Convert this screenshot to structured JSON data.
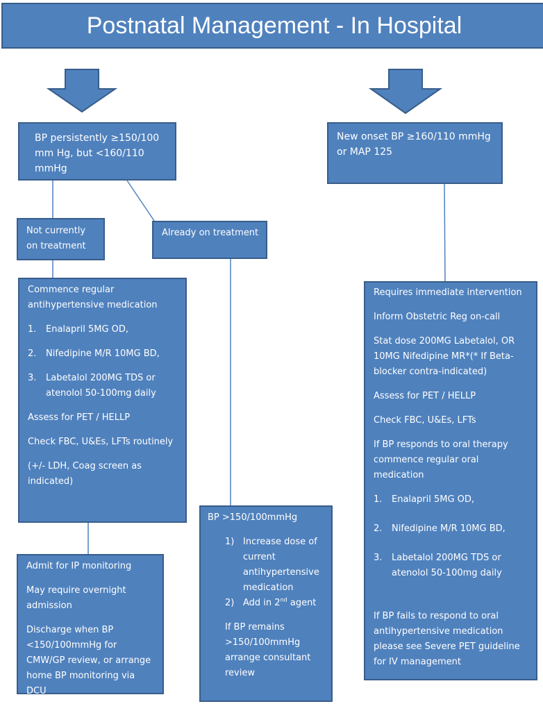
{
  "title": "Postnatal Management - In Hospital",
  "left_top": "BP persistently ≥150/100 mm Hg, but <160/110 mmHg",
  "right_top": "New onset BP ≥160/110 mmHg or MAP 125",
  "not_on_treatment": "Not currently on treatment",
  "already_on_treatment": "Already on treatment",
  "commence": {
    "heading": "Commence regular antihypertensive medication",
    "items": [
      {
        "num": "1.",
        "text": "Enalapril 5MG OD,"
      },
      {
        "num": "2.",
        "text": "Nifedipine M/R 10MG BD,"
      },
      {
        "num": "3.",
        "text": "Labetalol 200MG TDS or atenolol 50-100mg daily"
      }
    ],
    "assess": "Assess for PET / HELLP",
    "check": "Check FBC, U&Es, LFTs routinely",
    "ldh": "(+/- LDH, Coag screen as indicated)"
  },
  "admit": {
    "line1": "Admit for IP monitoring",
    "line2": "May require overnight admission",
    "line3": "Discharge when BP <150/100mmHg for CMW/GP review, or arrange home BP monitoring via DCU"
  },
  "bp150": {
    "heading": "BP >150/100mmHg",
    "item1_num": "1)",
    "item1": "Increase dose of current antihypertensive medication",
    "item2_num": "2)",
    "item2_pre": "Add in 2",
    "item2_sup": "nd",
    "item2_post": " agent",
    "remains": "If BP remains >150/100mmHg arrange consultant review"
  },
  "immediate": {
    "line1": "Requires immediate intervention",
    "line2": "Inform Obstetric Reg on-call",
    "line3": "Stat dose 200MG Labetalol, OR 10MG Nifedipine MR*(* If Beta-blocker contra-indicated)",
    "line4": "Assess for PET / HELLP",
    "line5": "Check FBC, U&Es, LFTs",
    "line6": "If BP responds to oral therapy commence regular oral medication",
    "items": [
      {
        "num": "1.",
        "text": "Enalapril 5MG OD,"
      },
      {
        "num": "2.",
        "text": "Nifedipine M/R 10MG BD,"
      },
      {
        "num": "3.",
        "text": "Labetalol 200MG TDS or atenolol 50-100mg daily"
      }
    ],
    "fails": "If BP fails to respond to oral antihypertensive medication please see Severe PET guideline for IV management"
  },
  "colors": {
    "box_fill": "#4f81bd",
    "box_border": "#385d8a",
    "text": "#ffffff",
    "connector": "#4f81bd"
  }
}
